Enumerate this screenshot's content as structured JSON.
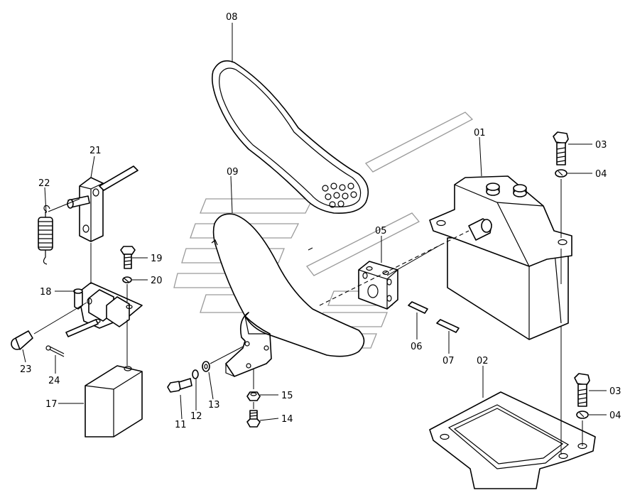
{
  "labels": {
    "p01": "01",
    "p02": "02",
    "p03a": "03",
    "p03b": "03",
    "p04a": "04",
    "p04b": "04",
    "p05": "05",
    "p06": "06",
    "p07": "07",
    "p08": "08",
    "p09": "09",
    "p11": "11",
    "p12": "12",
    "p13": "13",
    "p14": "14",
    "p15": "15",
    "p17": "17",
    "p18": "18",
    "p19": "19",
    "p20": "20",
    "p21": "21",
    "p22": "22",
    "p23": "23",
    "p24": "24"
  },
  "colors": {
    "line": "#000000",
    "watermark": "#9a9a9a",
    "background": "#ffffff"
  }
}
